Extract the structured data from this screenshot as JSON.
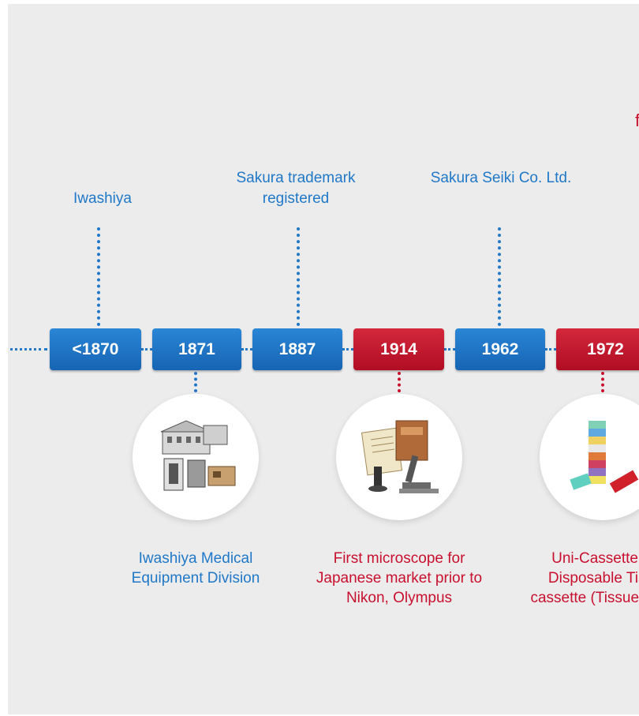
{
  "top_events": [
    {
      "year": "<1870",
      "text": "Iwashiya"
    },
    {
      "year": "1887",
      "text": "Sakura trademark registered"
    },
    {
      "year": "1962",
      "text": "Sakura Seiki Co. Ltd."
    }
  ],
  "years": [
    "<1870",
    "1871",
    "1887",
    "1914",
    "1962",
    "1972"
  ],
  "bottom_events": [
    {
      "year": "1871",
      "text": "Iwashiya Medical Equipment Division"
    },
    {
      "year": "1914",
      "text": "First microscope for Japanese market prior to Nikon, Olympus"
    },
    {
      "year": "1972",
      "text": "Uni-Cassette first Disposable Tissue cassette (Tissue-Tek® )"
    }
  ],
  "clipped_text": "f",
  "colors": {
    "blue": "#1f78c8",
    "red": "#c8102e",
    "background": "#ececec"
  }
}
